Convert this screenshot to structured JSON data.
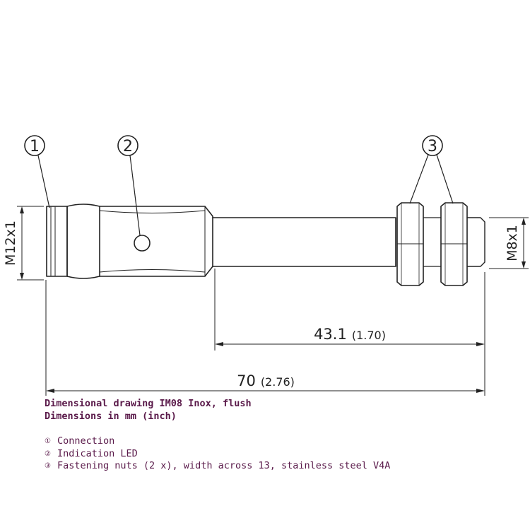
{
  "callouts": [
    "1",
    "2",
    "3"
  ],
  "dimensions": {
    "thread_main": "M12x1",
    "thread_end": "M8x1",
    "length_body_mm": "43.1",
    "length_body_in": "(1.70)",
    "length_total_mm": "70",
    "length_total_in": "(2.76)"
  },
  "caption": {
    "title": "Dimensional drawing IM08 Inox, flush",
    "units": "Dimensions in mm (inch)"
  },
  "legend": [
    {
      "num": "①",
      "text": "Connection"
    },
    {
      "num": "②",
      "text": "Indication LED"
    },
    {
      "num": "③",
      "text": "Fastening nuts (2 x), width across 13, stainless steel V4A"
    }
  ]
}
